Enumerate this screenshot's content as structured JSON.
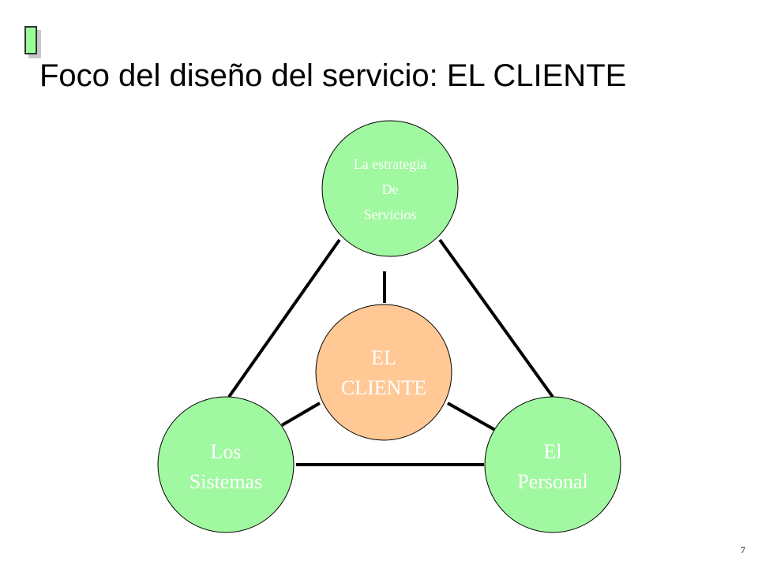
{
  "slide": {
    "title": "Foco del diseño del servicio: EL CLIENTE",
    "page_number": "7"
  },
  "diagram": {
    "nodes": {
      "strategy": {
        "lines": [
          "La estrategia",
          "De",
          "Servicios"
        ],
        "fill": "#a0f8a0"
      },
      "client": {
        "lines": [
          "EL",
          "CLIENTE"
        ],
        "fill": "#ffc895"
      },
      "systems": {
        "lines": [
          "Los",
          "Sistemas"
        ],
        "fill": "#a0f8a0"
      },
      "staff": {
        "lines": [
          "El",
          "Personal"
        ],
        "fill": "#a0f8a0"
      }
    },
    "colors": {
      "outline": "#000000",
      "node_text": "#ffffff",
      "bullet": "#99ff99"
    }
  }
}
